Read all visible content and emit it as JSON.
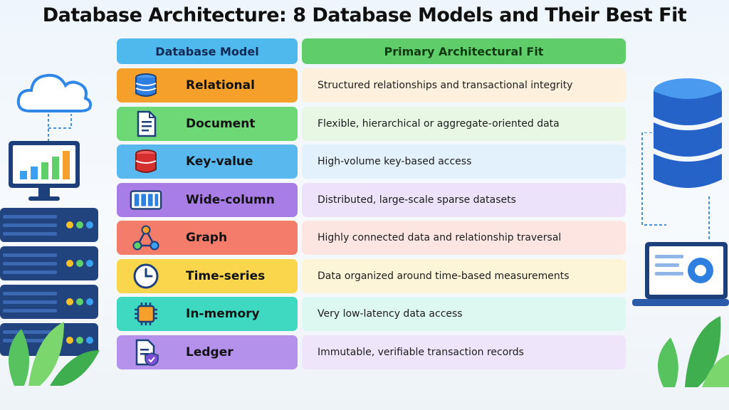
{
  "title": "Database Architecture: 8 Database Models and Their Best Fit",
  "headers": {
    "model": "Database Model",
    "fit": "Primary Architectural Fit"
  },
  "rows": [
    {
      "model": "Relational",
      "fit": "Structured relationships and transactional integrity",
      "icon": "database-stack-icon",
      "color": "#f5a02a",
      "fit_bg": "#fdf1dd"
    },
    {
      "model": "Document",
      "fit": "Flexible, hierarchical or aggregate-oriented data",
      "icon": "document-icon",
      "color": "#6ed876",
      "fit_bg": "#e7f7e4"
    },
    {
      "model": "Key-value",
      "fit": "High-volume key-based access",
      "icon": "key-value-store-icon",
      "color": "#59b9ee",
      "fit_bg": "#e2f1fb"
    },
    {
      "model": "Wide-column",
      "fit": "Distributed, large-scale sparse datasets",
      "icon": "columns-icon",
      "color": "#a87ee6",
      "fit_bg": "#ece3fa"
    },
    {
      "model": "Graph",
      "fit": "Highly connected data and relationship traversal",
      "icon": "graph-nodes-icon",
      "color": "#f47c6b",
      "fit_bg": "#fde6e1"
    },
    {
      "model": "Time-series",
      "fit": "Data organized around time-based measurements",
      "icon": "clock-icon",
      "color": "#f9d64c",
      "fit_bg": "#fdf5d8"
    },
    {
      "model": "In-memory",
      "fit": "Very low-latency data access",
      "icon": "chip-icon",
      "color": "#3fd8c0",
      "fit_bg": "#ddf7f1"
    },
    {
      "model": "Ledger",
      "fit": "Immutable, verifiable transaction records",
      "icon": "ledger-shield-icon",
      "color": "#b491ea",
      "fit_bg": "#eee5fb"
    }
  ]
}
